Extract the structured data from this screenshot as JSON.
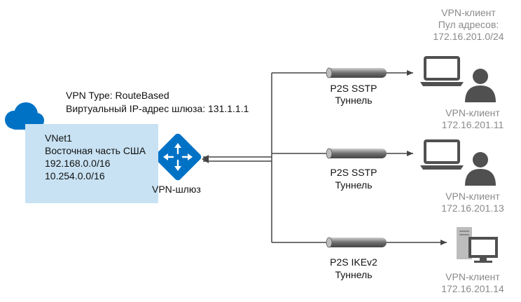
{
  "gateway_info": {
    "vpn_type": "VPN Type: RouteBased",
    "virtual_ip": "Виртуальный IP-адрес шлюза: 131.1.1.1"
  },
  "vnet": {
    "name": "VNet1",
    "region": "Восточная часть США",
    "address_space_1": "192.168.0.0/16",
    "address_space_2": "10.254.0.0/16"
  },
  "gateway": {
    "label": "VPN-шлюз"
  },
  "tunnels": [
    {
      "protocol": "P2S SSTP",
      "type": "Туннель"
    },
    {
      "protocol": "P2S SSTP",
      "type": "Туннель"
    },
    {
      "protocol": "P2S IKEv2",
      "type": "Туннель"
    }
  ],
  "address_pool": {
    "label": "VPN-клиент",
    "title": "Пул адресов:",
    "range": "172.16.201.0/24"
  },
  "clients": [
    {
      "label": "VPN-клиент",
      "ip": "172.16.201.11"
    },
    {
      "label": "VPN-клиент",
      "ip": "172.16.201.13"
    },
    {
      "label": "VPN-клиент",
      "ip": "172.16.201.14"
    }
  ],
  "colors": {
    "azure_blue": "#0072c6",
    "vnet_fill": "#c8e2f3",
    "icon_gray": "#505050",
    "line_gray": "#444444",
    "label_gray": "#8a8a8a"
  }
}
